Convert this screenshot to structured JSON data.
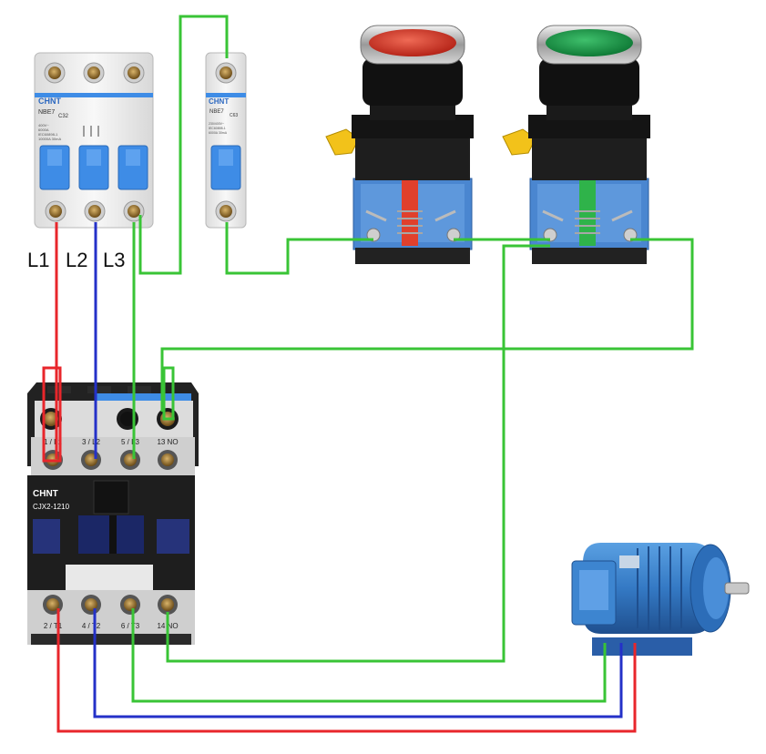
{
  "breaker3": {
    "brand": "CHNT",
    "model": "NBE7",
    "rating": "C32",
    "fine_print": [
      "400V~",
      "6000A",
      "IEC60898-1",
      "10000A 30mA"
    ]
  },
  "breaker1": {
    "brand": "CHNT",
    "model": "NBE7",
    "rating": "C63",
    "fine_print": [
      "230/400V~",
      "IEC60898-1",
      "6000A 30mA"
    ]
  },
  "phase_labels": [
    "L1",
    "L2",
    "L3"
  ],
  "contactor": {
    "brand": "CHNT",
    "model": "CJX2-1210",
    "top_terminals": [
      "1 / L1",
      "3 / L2",
      "5 / L3",
      "13 NO"
    ],
    "bottom_terminals": [
      "2 / T1",
      "4 / T2",
      "6 / T3",
      "14 NO"
    ]
  },
  "pushbuttons": [
    {
      "color": "red",
      "cap_hex": "#d63a2a",
      "plunger_hex": "#e0402c"
    },
    {
      "color": "green",
      "cap_hex": "#1e9a4b",
      "plunger_hex": "#2fb34a"
    }
  ],
  "colors": {
    "wire_red": "#e8262b",
    "wire_blue": "#2431c8",
    "wire_green": "#39c436",
    "breaker_blue": "#3e8ce6",
    "device_white": "#f3f3f3",
    "contactor_black": "#1e1e1e",
    "button_base_blue": "#4a86d0",
    "motor_blue": "#3479c4"
  }
}
